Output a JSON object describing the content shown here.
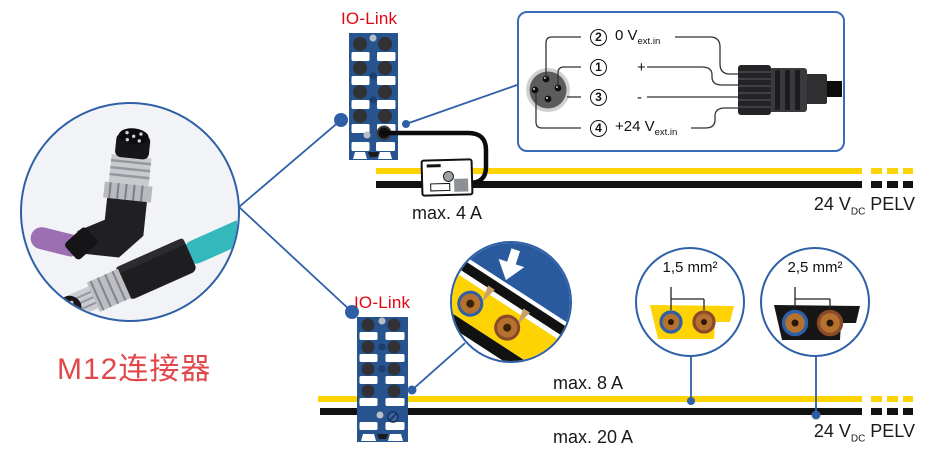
{
  "colors": {
    "accent_blue": "#2e5fa7",
    "module_blue": "#27538f",
    "cable_yellow": "#fdd303",
    "cable_black": "#111111",
    "iolink_red": "#e20613",
    "caption_red": "#e2484b",
    "copper": "#b5722e"
  },
  "photo": {
    "caption": "M12连接器"
  },
  "io_link_labels": {
    "top": "IO-Link",
    "bottom": "IO-Link"
  },
  "pinout": {
    "rows": [
      {
        "pin": "2",
        "label": "0 V",
        "sub": "ext.in"
      },
      {
        "pin": "1",
        "label": "+",
        "sub": ""
      },
      {
        "pin": "3",
        "label": "-",
        "sub": ""
      },
      {
        "pin": "4",
        "label": "+24 V",
        "sub": "ext.in"
      }
    ]
  },
  "cables": {
    "top": {
      "max_current": "max. 4 A",
      "voltage": "24 V",
      "voltage_sub": "DC",
      "voltage_suffix": "PELV"
    },
    "bottom": {
      "yellow_max_current": "max. 8 A",
      "black_max_current": "max. 20 A",
      "voltage": "24 V",
      "voltage_sub": "DC",
      "voltage_suffix": "PELV"
    }
  },
  "cross_sections": {
    "yellow": {
      "label": "1,5 mm²"
    },
    "black": {
      "label": "2,5 mm²"
    }
  }
}
